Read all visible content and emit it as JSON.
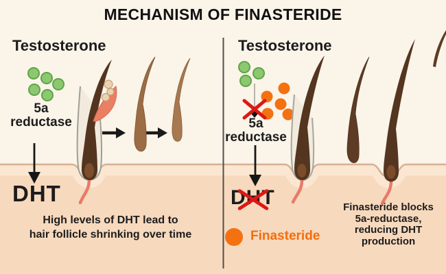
{
  "title": "MECHANISM OF FINASTERIDE",
  "left_panel": {
    "hormone_label": "Testosterone",
    "enzyme_lines": [
      "5a",
      "reductase"
    ],
    "product_label": "DHT",
    "caption_lines": [
      "High levels of DHT lead to",
      "hair follicle shrinking over time"
    ],
    "molecule_count_testosterone": 5
  },
  "right_panel": {
    "hormone_label": "Testosterone",
    "enzyme_lines": [
      "5a",
      "reductase"
    ],
    "product_label": "DHT",
    "legend_label": "Finasteride",
    "caption_lines": [
      "Finasteride blocks",
      "5a-reductase,",
      "reducing DHT",
      "production"
    ],
    "molecule_count_testosterone": 3,
    "molecule_count_finasteride": 5
  },
  "colors": {
    "background": "#faf4e9",
    "skin": "#f7d9bd",
    "skin_highlight": "#fbe7d1",
    "skin_outline": "#d8b093",
    "testosterone_dot": "#8cc870",
    "testosterone_dot_border": "#5fa447",
    "finasteride_orange": "#f47112",
    "blocked_red": "#dd1815",
    "text": "#1c1c1c",
    "hair_dark": "#543520",
    "hair_faded": "#9c6c44",
    "gland_salmon": "#ea7f63",
    "papilla_red": "#e87b6a"
  }
}
